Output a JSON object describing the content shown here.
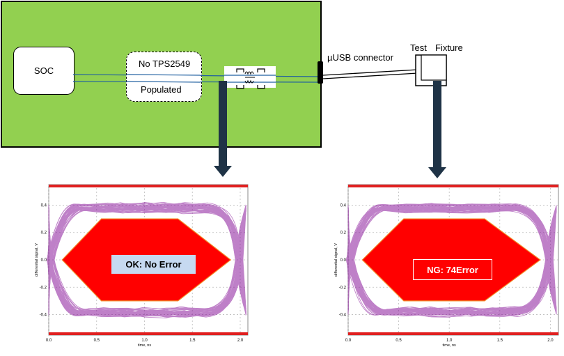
{
  "diagram": {
    "soc_label": "SOC",
    "no_part_label": "No TPS2549",
    "populated_label": "Populated",
    "connector_label": "µUSB connector",
    "fixture_label_test": "Test",
    "fixture_label_fixture": "Fixture"
  },
  "colors": {
    "board": "#92d050",
    "arrow": "#1f3346",
    "eye_traces": "#8b1a9c",
    "mask": "#ff0000",
    "limit_bars": "#e02020",
    "ok_label_bg": "#c6d9f1"
  },
  "chart_data": [
    {
      "type": "eye-diagram",
      "xlabel": "time, ns",
      "ylabel": "differential signal, V",
      "xticks": [
        "0.0",
        "0.5",
        "1.0",
        "1.5",
        "2.0"
      ],
      "yticks": [
        "0.4",
        "0.2",
        "0.0",
        "-0.2",
        "-0.4"
      ],
      "xlim": [
        0.0,
        2.08
      ],
      "ylim": [
        -0.55,
        0.55
      ],
      "mask_points": [
        [
          0.14,
          0.0
        ],
        [
          0.55,
          0.3
        ],
        [
          1.35,
          0.3
        ],
        [
          1.9,
          0.0
        ],
        [
          1.35,
          -0.3
        ],
        [
          0.55,
          -0.3
        ]
      ],
      "result_label": "OK: No Error"
    },
    {
      "type": "eye-diagram",
      "xlabel": "time, ns",
      "ylabel": "differential signal, V",
      "xticks": [
        "0.0",
        "0.5",
        "1.0",
        "1.5",
        "2.0"
      ],
      "yticks": [
        "0.4",
        "0.2",
        "0.0",
        "-0.2",
        "-0.4"
      ],
      "xlim": [
        0.0,
        2.08
      ],
      "ylim": [
        -0.55,
        0.55
      ],
      "mask_points": [
        [
          0.14,
          0.0
        ],
        [
          0.55,
          0.3
        ],
        [
          1.35,
          0.3
        ],
        [
          1.9,
          0.0
        ],
        [
          1.35,
          -0.3
        ],
        [
          0.55,
          -0.3
        ]
      ],
      "result_label": "NG: 74Error"
    }
  ]
}
